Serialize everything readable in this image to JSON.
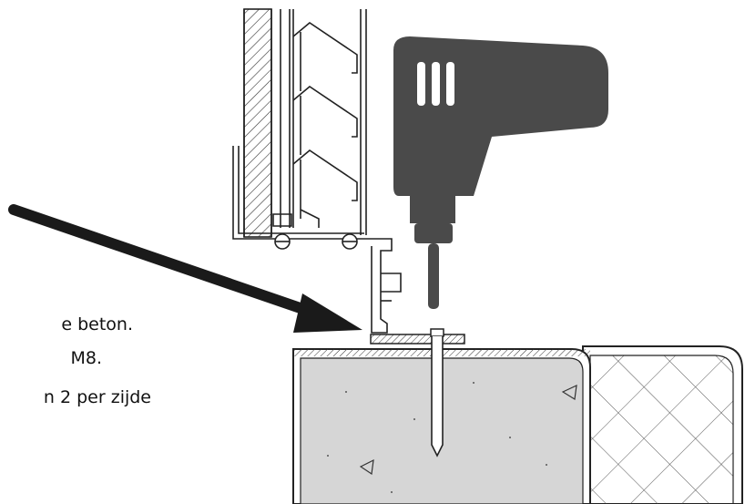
{
  "caption": {
    "line1": "e beton.",
    "line2": "M8.",
    "line3": "n 2 per zijde"
  },
  "icons": {
    "drill": "drill-icon",
    "arrow": "pointer-arrow"
  },
  "colors": {
    "drill_body": "#4a4a4a",
    "concrete": "#d6d6d6",
    "line": "#222222",
    "arrow": "#1a1a1a"
  }
}
